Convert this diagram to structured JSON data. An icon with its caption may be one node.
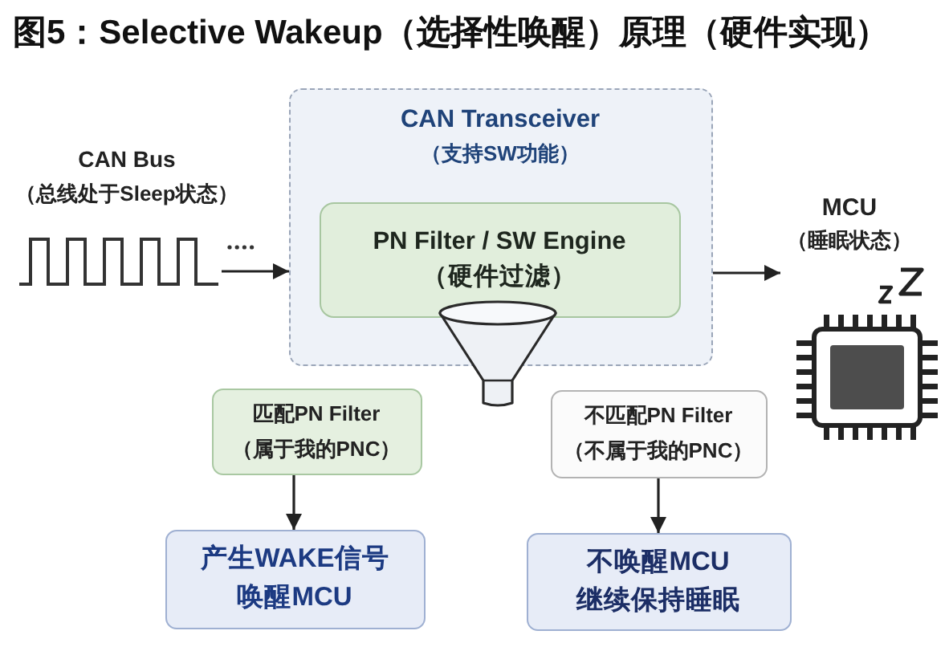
{
  "diagram": {
    "title": "图5：Selective Wakeup（选择性唤醒）原理（硬件实现）",
    "nodes": [
      {
        "text": [],
        "shape": "picture",
        "beside": [
          "CAN Bus",
          "（总线处于Sleep状态）"
        ]
      },
      {
        "text": [
          "CAN Transceiver",
          "（支持SW功能）"
        ]
      },
      {
        "text": [
          "PN Filter / SW Engine",
          "（硬件过滤）"
        ],
        "in": 1
      },
      {
        "text": [
          "MCU",
          "（睡眠状态）"
        ]
      },
      {
        "text": [
          "匹配PN Filter",
          "（属于我的PNC）"
        ]
      },
      {
        "text": [
          "不匹配PN Filter",
          "（不属于我的PNC）"
        ]
      },
      {
        "text": [
          "产生WAKE信号",
          "唤醒MCU"
        ]
      },
      {
        "text": [
          "不唤醒MCU",
          "继续保持睡眠"
        ]
      }
    ],
    "edges": [
      {
        "from": 0,
        "to": 1,
        "arrow": "to"
      },
      {
        "from": 1,
        "to": 3,
        "arrow": "to"
      },
      {
        "from": 4,
        "to": 6,
        "arrow": "to"
      },
      {
        "from": 5,
        "to": 7,
        "arrow": "to"
      }
    ]
  }
}
